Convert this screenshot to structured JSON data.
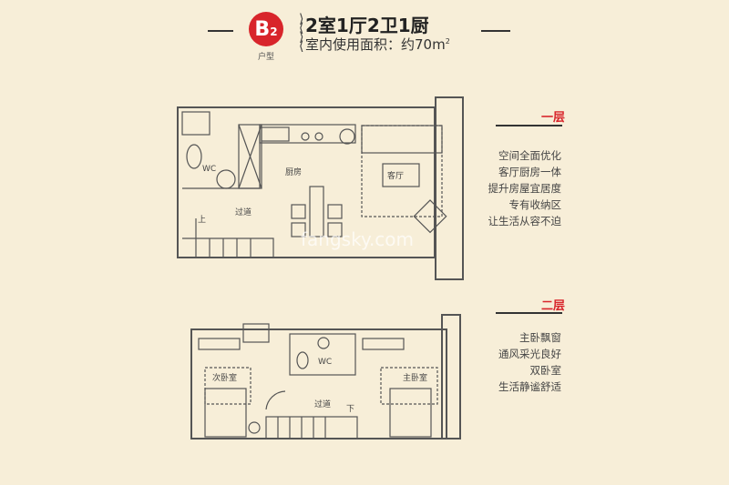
{
  "header": {
    "badge_letter": "B",
    "badge_number": "2",
    "badge_caption": "户型",
    "layout_title": "2室1厅2卫1厨",
    "area_label": "室内使用面积：约70m",
    "area_sup": "2",
    "accent_color": "#d8252b"
  },
  "floor1": {
    "heading": "一层",
    "features": [
      "空间全面优化",
      "客厅厨房一体",
      "提升房屋宜居度",
      "专有收纳区",
      "让生活从容不迫"
    ],
    "rooms": {
      "wc": "WC",
      "kitchen": "厨房",
      "living": "客厅",
      "corridor": "过道",
      "stairs_up": "上"
    }
  },
  "floor2": {
    "heading": "二层",
    "features": [
      "主卧飘窗",
      "通风采光良好",
      "双卧室",
      "生活静谧舒适"
    ],
    "rooms": {
      "second_bedroom": "次卧室",
      "wc": "WC",
      "master_bedroom": "主卧室",
      "corridor": "过道",
      "stairs_down": "下"
    }
  },
  "watermark": "fangsky.com"
}
